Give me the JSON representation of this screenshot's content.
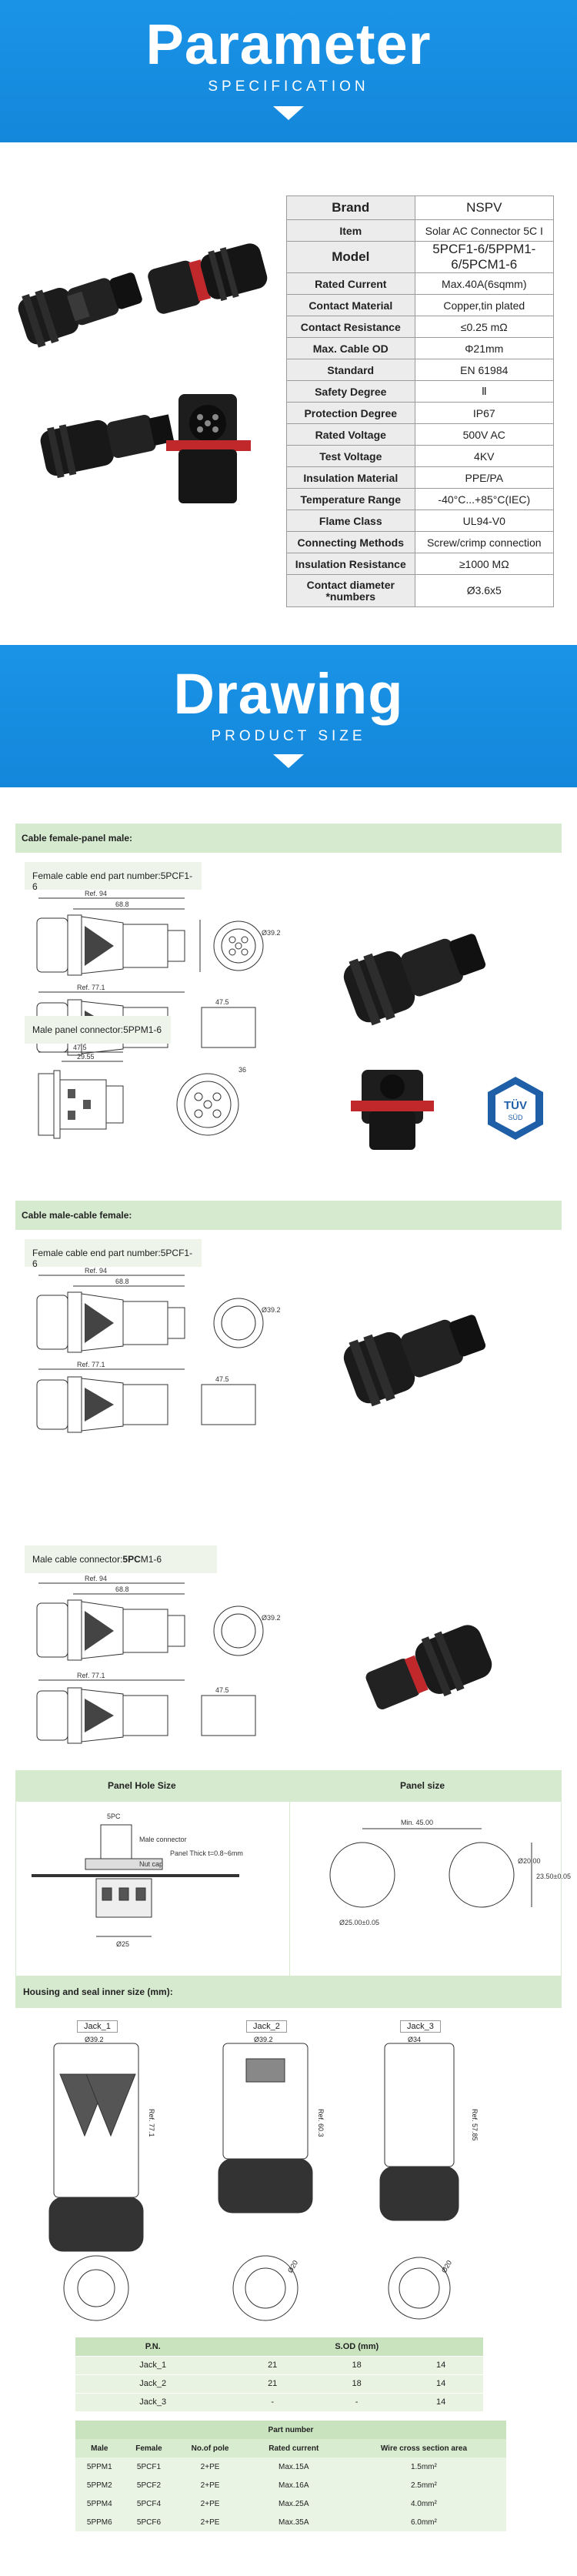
{
  "hero_parameter": {
    "title": "Parameter",
    "subtitle": "SPECIFICATION"
  },
  "spec_table": [
    {
      "key": "Brand",
      "value": "NSPV",
      "big": true
    },
    {
      "key": "Item",
      "value": "Solar AC Connector 5C I",
      "big": false
    },
    {
      "key": "Model",
      "value": "5PCF1-6/5PPM1-6/5PCM1-6",
      "big": true
    },
    {
      "key": "Rated Current",
      "value": "Max.40A(6sqmm)",
      "big": false
    },
    {
      "key": "Contact Material",
      "value": "Copper,tin plated",
      "big": false
    },
    {
      "key": "Contact Resistance",
      "value": "≤0.25 mΩ",
      "big": false
    },
    {
      "key": "Max. Cable OD",
      "value": "Φ21mm",
      "big": false
    },
    {
      "key": "Standard",
      "value": "EN 61984",
      "big": false
    },
    {
      "key": "Safety Degree",
      "value": "Ⅱ",
      "big": false
    },
    {
      "key": "Protection Degree",
      "value": "IP67",
      "big": false
    },
    {
      "key": "Rated Voltage",
      "value": "500V AC",
      "big": false
    },
    {
      "key": "Test Voltage",
      "value": "4KV",
      "big": false
    },
    {
      "key": "Insulation Material",
      "value": "PPE/PA",
      "big": false
    },
    {
      "key": "Temperature Range",
      "value": "-40°C...+85°C(IEC)",
      "big": false
    },
    {
      "key": "Flame Class",
      "value": "UL94-V0",
      "big": false
    },
    {
      "key": "Connecting Methods",
      "value": "Screw/crimp connection",
      "big": false
    },
    {
      "key": "Insulation Resistance",
      "value": "≥1000 MΩ",
      "big": false
    },
    {
      "key": "Contact diameter *numbers",
      "value": "Ø3.6x5",
      "big": false
    }
  ],
  "hero_drawing": {
    "title": "Drawing",
    "subtitle": "PRODUCT SIZE"
  },
  "section1": {
    "header": "Cable female-panel male:",
    "female_label": "Female cable end part number:5PCF1-6",
    "male_label": "Male panel connector:5PPM1-6",
    "dims": {
      "ref94": "Ref. 94",
      "d68": "68.8",
      "d39": "Ø39.2",
      "ref77": "Ref. 77.1",
      "d47": "47.5",
      "m47": "47.5",
      "m29": "29.55",
      "m36": "36"
    },
    "badge": {
      "line1": "TÜV",
      "line2": "SÜD"
    }
  },
  "section2": {
    "header": "Cable male-cable female:",
    "female_label": "Female cable end part number:5PCF1-6",
    "male_label_prefix": "Male cable connector:",
    "male_label_bold": "5PC",
    "male_label_suffix": "M1-6"
  },
  "panel_hole": {
    "left_title": "Panel Hole Size",
    "right_title": "Panel size",
    "code": "5PC",
    "male_connector": "Male connector",
    "nut_cap": "Nut cap",
    "thick": "Panel Thick t=0.8~6mm",
    "w25": "Ø25",
    "min45": "Min. 45.00",
    "d20": "Ø20.00",
    "d23": "23.50±0.05",
    "d25b": "Ø25.00±0.05"
  },
  "housing": {
    "header": "Housing and seal inner size (mm):",
    "jacks": [
      {
        "label": "Jack_1",
        "top": "Ø39.2",
        "side": "Ref. 77.1"
      },
      {
        "label": "Jack_2",
        "top": "Ø39.2",
        "side": "Ref. 60.3"
      },
      {
        "label": "Jack_3",
        "top": "Ø34",
        "side": "Ref. 57.85"
      }
    ],
    "inner": [
      "",
      "Ø20",
      "Ø20"
    ]
  },
  "sod_table": {
    "headers": [
      "P.N.",
      "S.OD   (mm)"
    ],
    "rows": [
      [
        "Jack_1",
        "21",
        "18",
        "14"
      ],
      [
        "Jack_2",
        "21",
        "18",
        "14"
      ],
      [
        "Jack_3",
        "-",
        "-",
        "14"
      ]
    ]
  },
  "part_table": {
    "title": "Part number",
    "headers": [
      "Male",
      "Female",
      "No.of pole",
      "Rated current",
      "Wire cross section area"
    ],
    "rows": [
      [
        "5PPM1",
        "5PCF1",
        "2+PE",
        "Max.15A",
        "1.5mm²"
      ],
      [
        "5PPM2",
        "5PCF2",
        "2+PE",
        "Max.16A",
        "2.5mm²"
      ],
      [
        "5PPM4",
        "5PCF4",
        "2+PE",
        "Max.25A",
        "4.0mm²"
      ],
      [
        "5PPM6",
        "5PCF6",
        "2+PE",
        "Max.35A",
        "6.0mm²"
      ]
    ]
  }
}
